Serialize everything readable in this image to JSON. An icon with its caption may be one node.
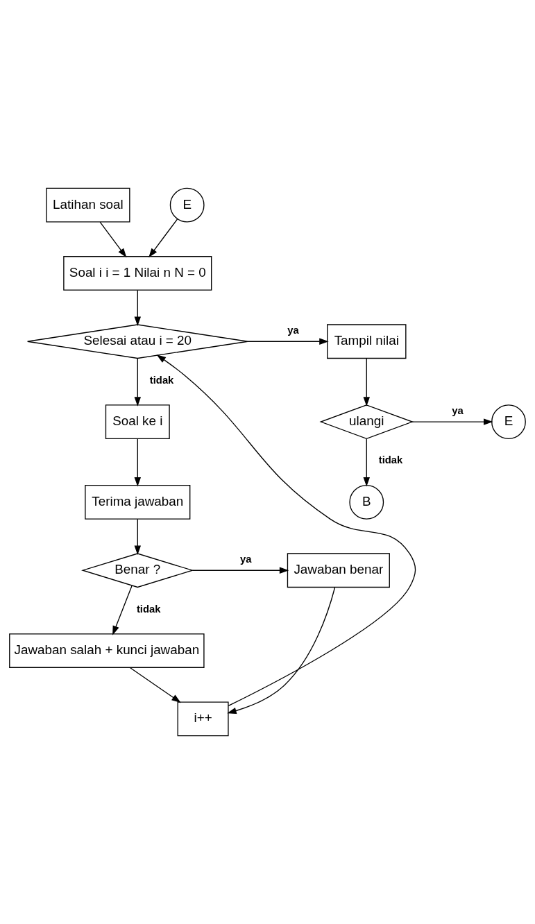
{
  "diagram": {
    "nodes": [
      {
        "text": [
          "Latihan soal"
        ]
      },
      {
        "text": [
          "E"
        ]
      },
      {
        "text": [
          "Soal i i = 1 Nilai n N = 0"
        ]
      },
      {
        "text": [
          "Selesai atau i = 20"
        ]
      },
      {
        "text": [
          "Tampil nilai"
        ]
      },
      {
        "text": [
          "ulangi"
        ]
      },
      {
        "text": [
          "E"
        ]
      },
      {
        "text": [
          "B"
        ]
      },
      {
        "text": [
          "Soal ke i"
        ]
      },
      {
        "text": [
          "Terima jawaban"
        ]
      },
      {
        "text": [
          "Benar ?"
        ]
      },
      {
        "text": [
          "Jawaban benar"
        ]
      },
      {
        "text": [
          "Jawaban salah + kunci jawaban"
        ]
      },
      {
        "text": [
          "i++"
        ]
      }
    ],
    "edges": [
      {
        "from": 0,
        "to": 2,
        "arrow": "to"
      },
      {
        "from": 1,
        "to": 2,
        "arrow": "to"
      },
      {
        "from": 2,
        "to": 3,
        "arrow": "to"
      },
      {
        "from": 3,
        "to": 4,
        "arrow": "to",
        "label": "ya"
      },
      {
        "from": 3,
        "to": 8,
        "arrow": "to",
        "label": "tidak"
      },
      {
        "from": 4,
        "to": 5,
        "arrow": "to"
      },
      {
        "from": 5,
        "to": 6,
        "arrow": "to",
        "label": "ya"
      },
      {
        "from": 5,
        "to": 7,
        "arrow": "to",
        "label": "tidak"
      },
      {
        "from": 8,
        "to": 9,
        "arrow": "to"
      },
      {
        "from": 9,
        "to": 10,
        "arrow": "to"
      },
      {
        "from": 10,
        "to": 11,
        "arrow": "to",
        "label": "ya"
      },
      {
        "from": 10,
        "to": 12,
        "arrow": "to",
        "label": "tidak"
      },
      {
        "from": 12,
        "to": 13,
        "arrow": "to"
      },
      {
        "from": 11,
        "to": 13,
        "arrow": "to"
      },
      {
        "from": 13,
        "to": 3,
        "arrow": "to"
      }
    ]
  }
}
